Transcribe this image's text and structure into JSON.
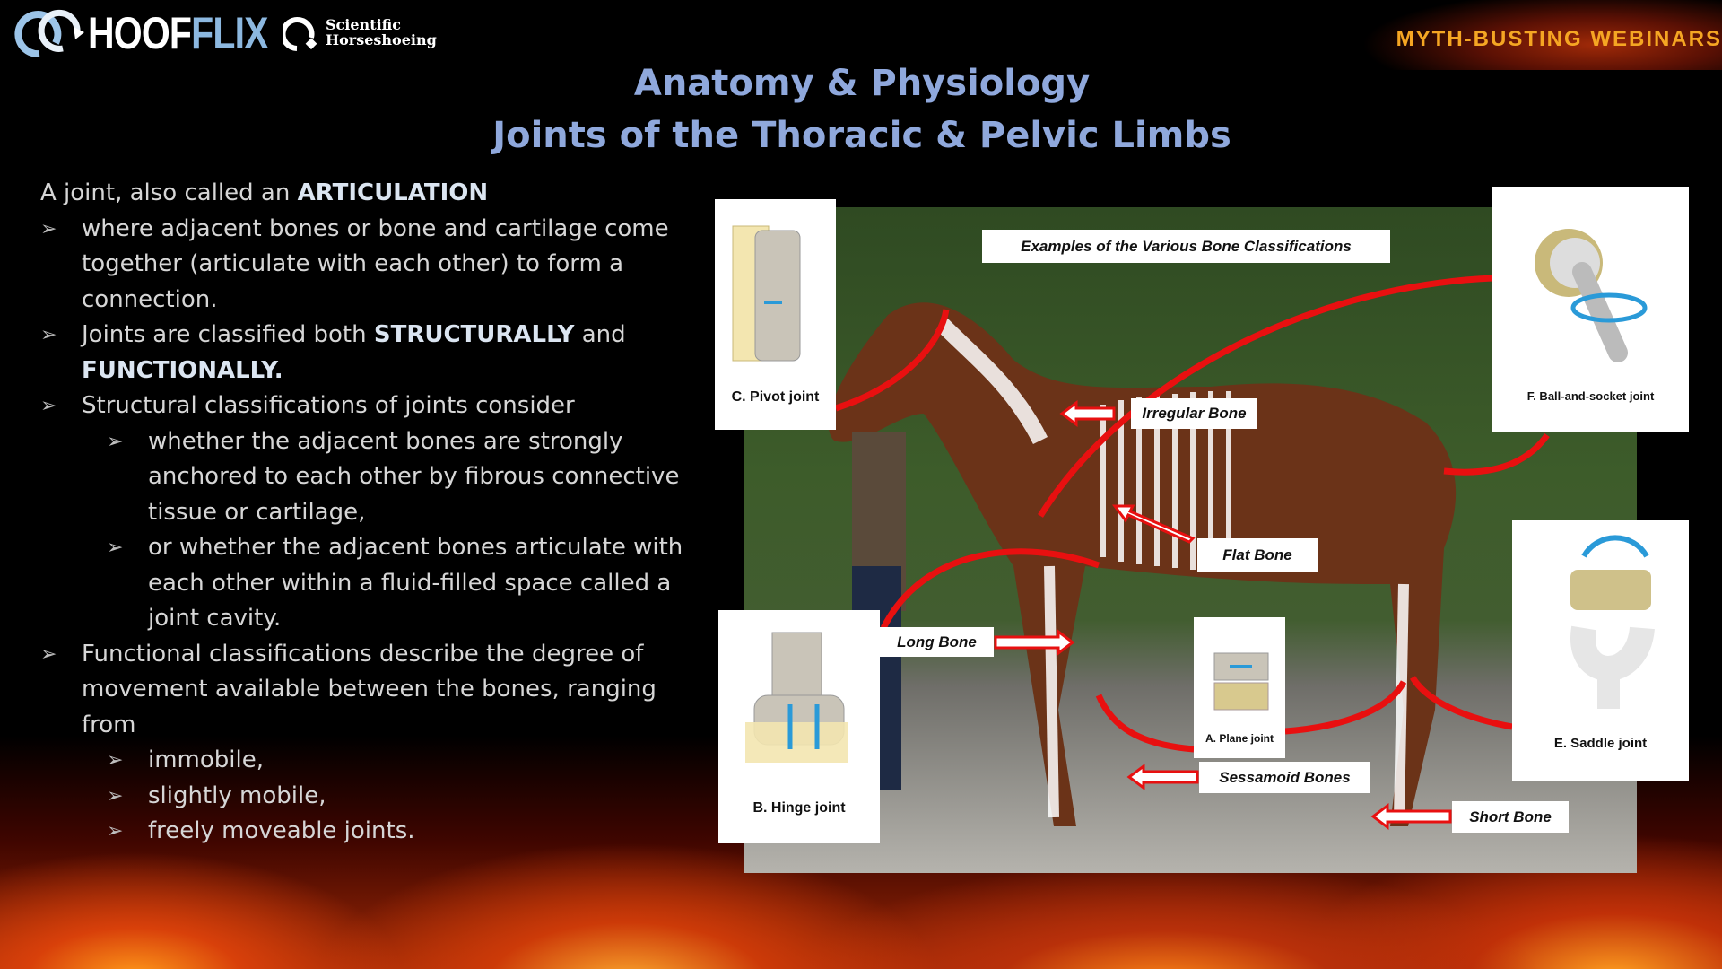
{
  "header": {
    "logo_primary": "HOOF",
    "logo_accent": "FLIX",
    "logo_secondary_line1": "Scientific",
    "logo_secondary_line2": "Horseshoeing",
    "series_badge": "MYTH-BUSTING WEBINARS"
  },
  "title": {
    "line1": "Anatomy & Physiology",
    "line2": "Joints of the Thoracic & Pelvic Limbs"
  },
  "body": {
    "intro_prefix": "A joint, also called an ",
    "intro_bold": "ARTICULATION",
    "b1": "where adjacent bones or bone and cartilage come together (articulate with each other) to form a connection.",
    "b2_prefix": "Joints are classified both ",
    "b2_bold1": "STRUCTURALLY",
    "b2_mid": " and ",
    "b2_bold2": "FUNCTIONALLY.",
    "b3": "Structural classifications of joints consider",
    "b3a": "whether the adjacent bones are strongly anchored to each other by fibrous connective tissue or cartilage,",
    "b3b": "or whether the adjacent bones articulate with each other within a fluid-filled space called a joint cavity.",
    "b4": "Functional classifications describe the degree of movement available between the bones, ranging from",
    "b4a": "immobile,",
    "b4b": "slightly mobile,",
    "b4c": "freely moveable joints."
  },
  "figure": {
    "title": "Examples of the Various Bone Classifications",
    "labels": {
      "irregular": "Irregular Bone",
      "flat": "Flat Bone",
      "long": "Long Bone",
      "sesamoid": "Sessamoid  Bones",
      "short": "Short Bone"
    },
    "joints": {
      "pivot": "C. Pivot joint",
      "ball": "F. Ball-and-socket joint",
      "saddle": "E. Saddle joint",
      "hinge": "B. Hinge joint",
      "plane": "A. Plane joint"
    }
  },
  "colors": {
    "title": "#8fa8dc",
    "accent_arrow": "#e81010",
    "badge": "#f5a623"
  }
}
